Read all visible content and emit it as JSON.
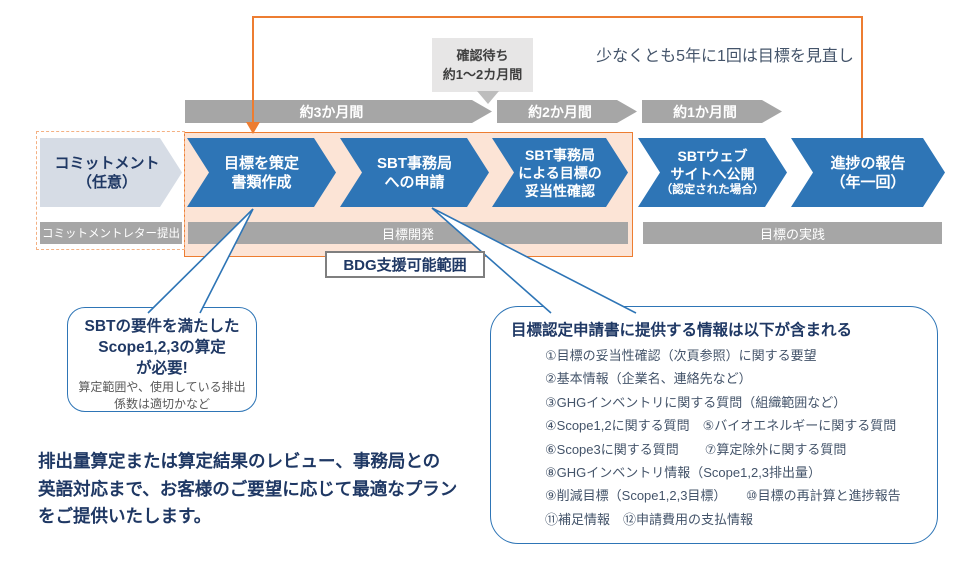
{
  "colors": {
    "process_blue": "#2E75B6",
    "accent_orange": "#ED7D31",
    "peach_fill": "#FCE4D6",
    "bar_gray": "#A6A6A6",
    "navy_text": "#1F3864",
    "light_step_fill": "#D6DCE5"
  },
  "annotations": {
    "review_cycle_note": "少なくとも5年に1回は目標を見直し",
    "waiting_callout": {
      "line1": "確認待ち",
      "line2": "約1～2カ月間"
    },
    "bdg_scope_label": "BDG支援可能範囲",
    "bottom_note": {
      "line1": "排出量算定または算定結果のレビュー、事務局との",
      "line2": "英語対応まで、お客様のご要望に応じて最適なプラン",
      "line3": "をご提供いたします。"
    }
  },
  "timeline": {
    "durations": [
      {
        "label": "約3か月間"
      },
      {
        "label": "約2か月間"
      },
      {
        "label": "約1か月間"
      }
    ]
  },
  "process_steps": [
    {
      "line1": "コミットメント",
      "line2": "（任意）"
    },
    {
      "line1": "目標を策定",
      "line2": "書類作成"
    },
    {
      "line1": "SBT事務局",
      "line2": "への申請"
    },
    {
      "line1": "SBT事務局",
      "line2": "による目標の",
      "line3": "妥当性確認"
    },
    {
      "line1": "SBTウェブ",
      "line2": "サイトへ公開",
      "line3": "（認定された場合）"
    },
    {
      "line1": "進捗の報告",
      "line2": "（年一回）"
    }
  ],
  "phase_bars": [
    {
      "label": "コミットメントレター提出"
    },
    {
      "label": "目標開発"
    },
    {
      "label": "目標の実践"
    }
  ],
  "left_callout": {
    "title_line1": "SBTの要件を満たした",
    "title_line2": "Scope1,2,3の算定",
    "title_line3": "が必要!",
    "sub_line1": "算定範囲や、使用している排出",
    "sub_line2": "係数は適切かなど"
  },
  "right_callout": {
    "title": "目標認定申請書に提供する情報は以下が含まれる",
    "items": [
      "①目標の妥当性確認（次頁参照）に関する要望",
      "②基本情報（企業名、連絡先など）",
      "③GHGインベントリに関する質問（組織範囲など）",
      "④Scope1,2に関する質問　⑤バイオエネルギーに関する質問",
      "⑥Scope3に関する質問　　⑦算定除外に関する質問",
      "⑧GHGインベントリ情報（Scope1,2,3排出量）",
      "⑨削減目標（Scope1,2,3目標）　　⑩目標の再計算と進捗報告",
      "⑪補足情報　⑫申請費用の支払情報"
    ]
  }
}
